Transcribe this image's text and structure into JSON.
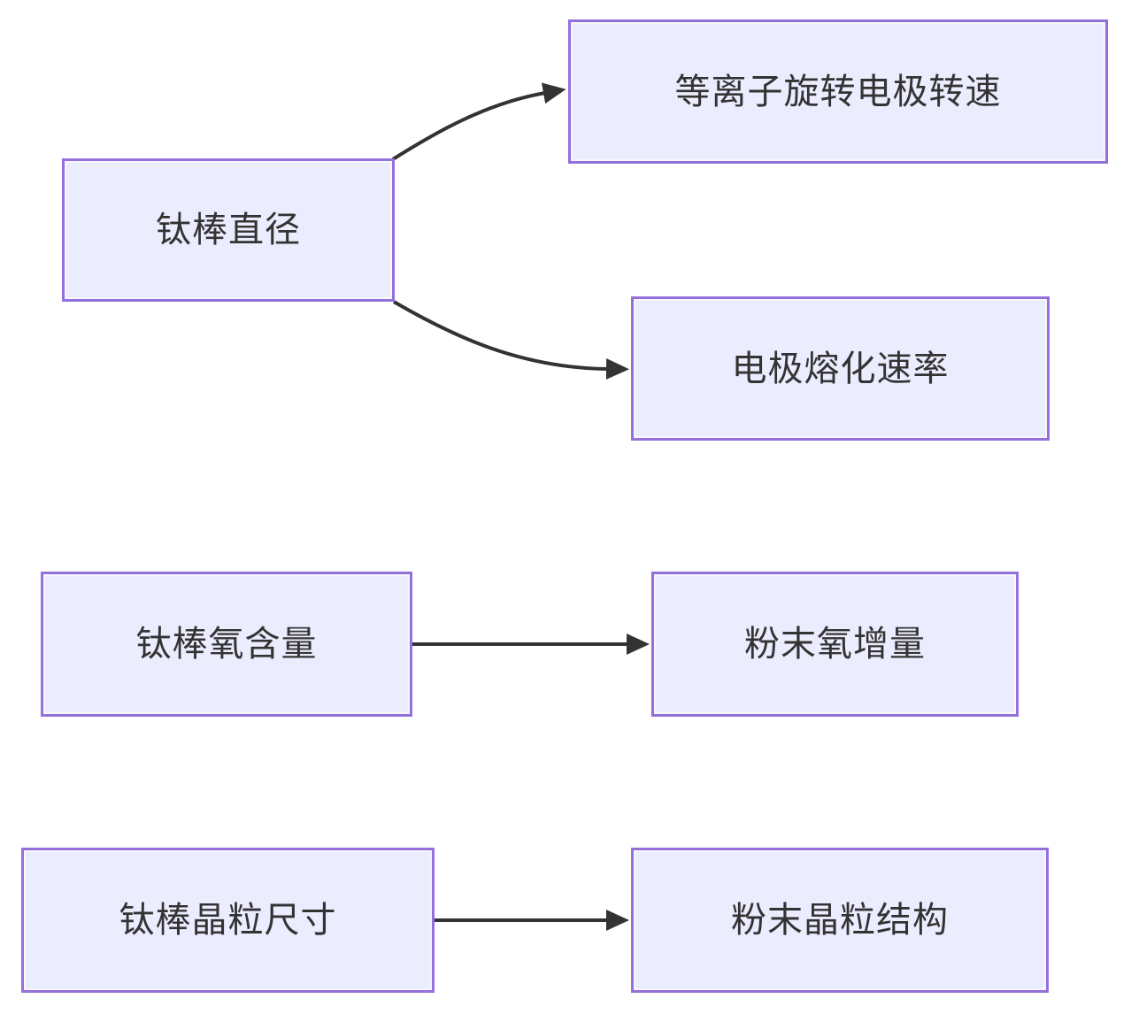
{
  "diagram": {
    "type": "flowchart",
    "direction": "left-to-right",
    "nodes": [
      {
        "id": "rod-diameter",
        "label": "钛棒直径"
      },
      {
        "id": "electrode-speed",
        "label": "等离子旋转电极转速"
      },
      {
        "id": "melt-rate",
        "label": "电极熔化速率"
      },
      {
        "id": "rod-oxygen",
        "label": "钛棒氧含量"
      },
      {
        "id": "powder-oxygen",
        "label": "粉末氧增量"
      },
      {
        "id": "rod-grain-size",
        "label": "钛棒晶粒尺寸"
      },
      {
        "id": "powder-grain",
        "label": "粉末晶粒结构"
      }
    ],
    "edges": [
      {
        "from": "钛棒直径",
        "to": "等离子旋转电极转速",
        "style": "curved-arrow"
      },
      {
        "from": "钛棒直径",
        "to": "电极熔化速率",
        "style": "curved-arrow"
      },
      {
        "from": "钛棒氧含量",
        "to": "粉末氧增量",
        "style": "straight-arrow"
      },
      {
        "from": "钛棒晶粒尺寸",
        "to": "粉末晶粒结构",
        "style": "straight-arrow"
      }
    ],
    "colors": {
      "node_fill": "#ECECFF",
      "node_border": "#9370DB",
      "edge_stroke": "#333333",
      "text": "#333333",
      "background": "#FFFFFF"
    }
  }
}
